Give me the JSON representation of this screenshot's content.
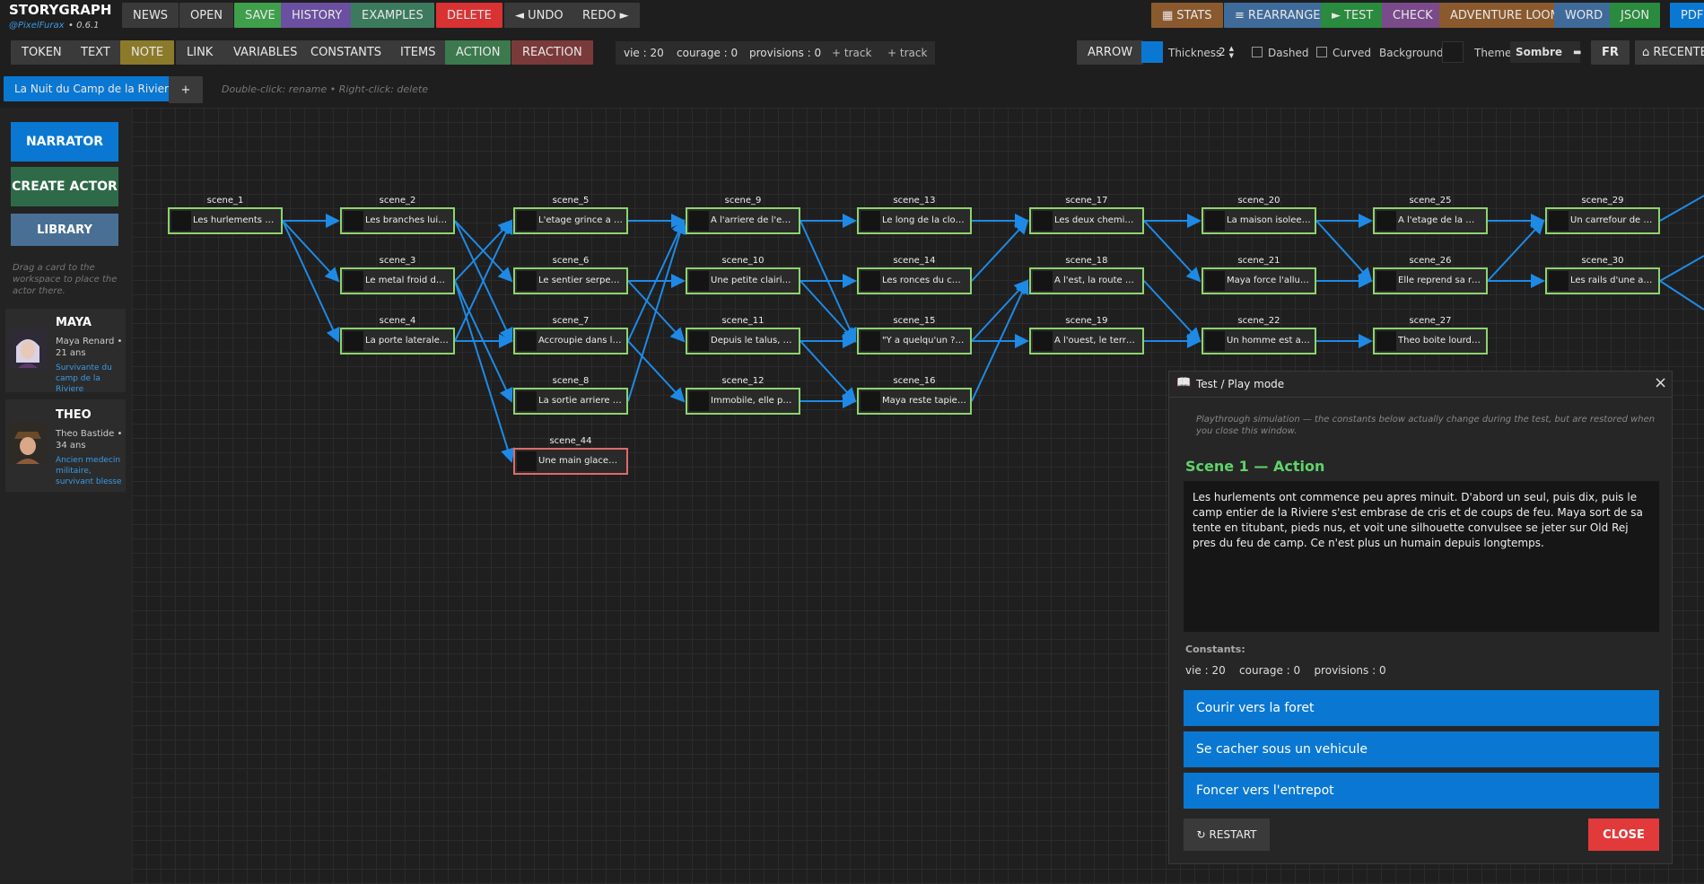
{
  "app": {
    "title": "STORYGRAPH",
    "author": "@PixelFurax",
    "version": "• 0.6.1"
  },
  "toolbar1": {
    "left": [
      "NEWS",
      "OPEN",
      "SAVE",
      "HISTORY",
      "EXAMPLES",
      "DELETE",
      "◄ UNDO",
      "REDO ►"
    ],
    "right": [
      "STATS",
      "REARRANGE",
      "TEST",
      "CHECK",
      "ADVENTURE LOOM",
      "WORD",
      "JSON",
      "PDF"
    ]
  },
  "toolbar2": {
    "tools": [
      "TOKEN",
      "TEXT",
      "NOTE",
      "LINK",
      "VARIABLES",
      "CONSTANTS",
      "ITEMS",
      "ACTION",
      "REACTION"
    ],
    "stats": [
      "vie : 20",
      "courage : 0",
      "provisions : 0"
    ],
    "track1": "+ track",
    "track2": "+ track",
    "arrow": "ARROW",
    "thickness_label": "Thickness",
    "thickness_value": "2",
    "dashed": "Dashed",
    "curved": "Curved",
    "background": "Background",
    "theme_label": "Theme",
    "theme_value": "Sombre",
    "lang": "FR",
    "recenter": "⌂ RECENTER"
  },
  "tabs": {
    "active": "La Nuit du Camp de la Riviere",
    "add": "+",
    "hint": "Double-click: rename  •  Right-click: delete"
  },
  "sidebar": {
    "narrator": "NARRATOR",
    "create_actor": "CREATE ACTOR",
    "library": "LIBRARY",
    "hint": "Drag a card to the workspace to place the actor there.",
    "actors": [
      {
        "name": "MAYA",
        "info": "Maya Renard • 21 ans",
        "desc": "Survivante du camp de la Riviere"
      },
      {
        "name": "THEO",
        "info": "Theo Bastide • 34 ans",
        "desc": "Ancien medecin militaire, survivant blesse"
      }
    ]
  },
  "nodes": [
    {
      "id": "scene_1",
      "text": "Les hurlements ont commence"
    },
    {
      "id": "scene_2",
      "text": "Les branches lui griffent"
    },
    {
      "id": "scene_3",
      "text": "Le metal froid du chassis"
    },
    {
      "id": "scene_4",
      "text": "La porte laterale de l'entrepot"
    },
    {
      "id": "scene_5",
      "text": "L'etage grince a chaque pas"
    },
    {
      "id": "scene_6",
      "text": "Le sentier serpente"
    },
    {
      "id": "scene_7",
      "text": "Accroupie dans les fourres"
    },
    {
      "id": "scene_8",
      "text": "La sortie arriere donne"
    },
    {
      "id": "scene_44",
      "text": "Une main glacee se referme"
    },
    {
      "id": "scene_9",
      "text": "A l'arriere de l'entrepot"
    },
    {
      "id": "scene_10",
      "text": "Une petite clairiere s'ouvre"
    },
    {
      "id": "scene_11",
      "text": "Depuis le talus, Maya"
    },
    {
      "id": "scene_12",
      "text": "Immobile, elle percoit"
    },
    {
      "id": "scene_13",
      "text": "Le long de la cloture"
    },
    {
      "id": "scene_14",
      "text": "Les ronces du champ"
    },
    {
      "id": "scene_15",
      "text": "\"Y a quelqu'un ?\" chuchote"
    },
    {
      "id": "scene_16",
      "text": "Maya reste tapie, immobile"
    },
    {
      "id": "scene_17",
      "text": "Les deux chemins se rejoignent"
    },
    {
      "id": "scene_18",
      "text": "A l'est, la route principale"
    },
    {
      "id": "scene_19",
      "text": "A l'ouest, le terrain descend"
    },
    {
      "id": "scene_20",
      "text": "La maison isolee a travers"
    },
    {
      "id": "scene_21",
      "text": "Maya force l'allure, le souffle"
    },
    {
      "id": "scene_22",
      "text": "Un homme est assis"
    },
    {
      "id": "scene_25",
      "text": "A l'etage de la maison"
    },
    {
      "id": "scene_26",
      "text": "Elle reprend sa route"
    },
    {
      "id": "scene_27",
      "text": "Theo boite lourdement"
    },
    {
      "id": "scene_29",
      "text": "Un carrefour de chemins"
    },
    {
      "id": "scene_30",
      "text": "Les rails d'une ancienne voie"
    }
  ],
  "modal": {
    "title": "Test / Play mode",
    "note": "Playthrough simulation — the constants below actually change during the test, but are restored when you close this window.",
    "scene_title": "Scene 1 — Action",
    "scene_text": "Les hurlements ont commence peu apres minuit. D'abord un seul, puis dix, puis le camp entier de la Riviere s'est embrase de cris et de coups de feu. Maya sort de sa tente en titubant, pieds nus, et voit une silhouette convulsee se jeter sur Old Rej pres du feu de camp. Ce n'est plus un humain depuis longtemps.",
    "constants_label": "Constants:",
    "constants": [
      "vie : 20",
      "courage : 0",
      "provisions : 0"
    ],
    "choices": [
      "Courir vers la foret",
      "Se cacher sous un vehicule",
      "Foncer vers l'entrepot"
    ],
    "restart": "RESTART",
    "close": "CLOSE"
  },
  "colors": {
    "accent": "#0a78d2",
    "node_border": "#8ed36e",
    "edge": "#1e8ae6",
    "scene_title": "#5fd36a",
    "close": "#e23a3a"
  }
}
